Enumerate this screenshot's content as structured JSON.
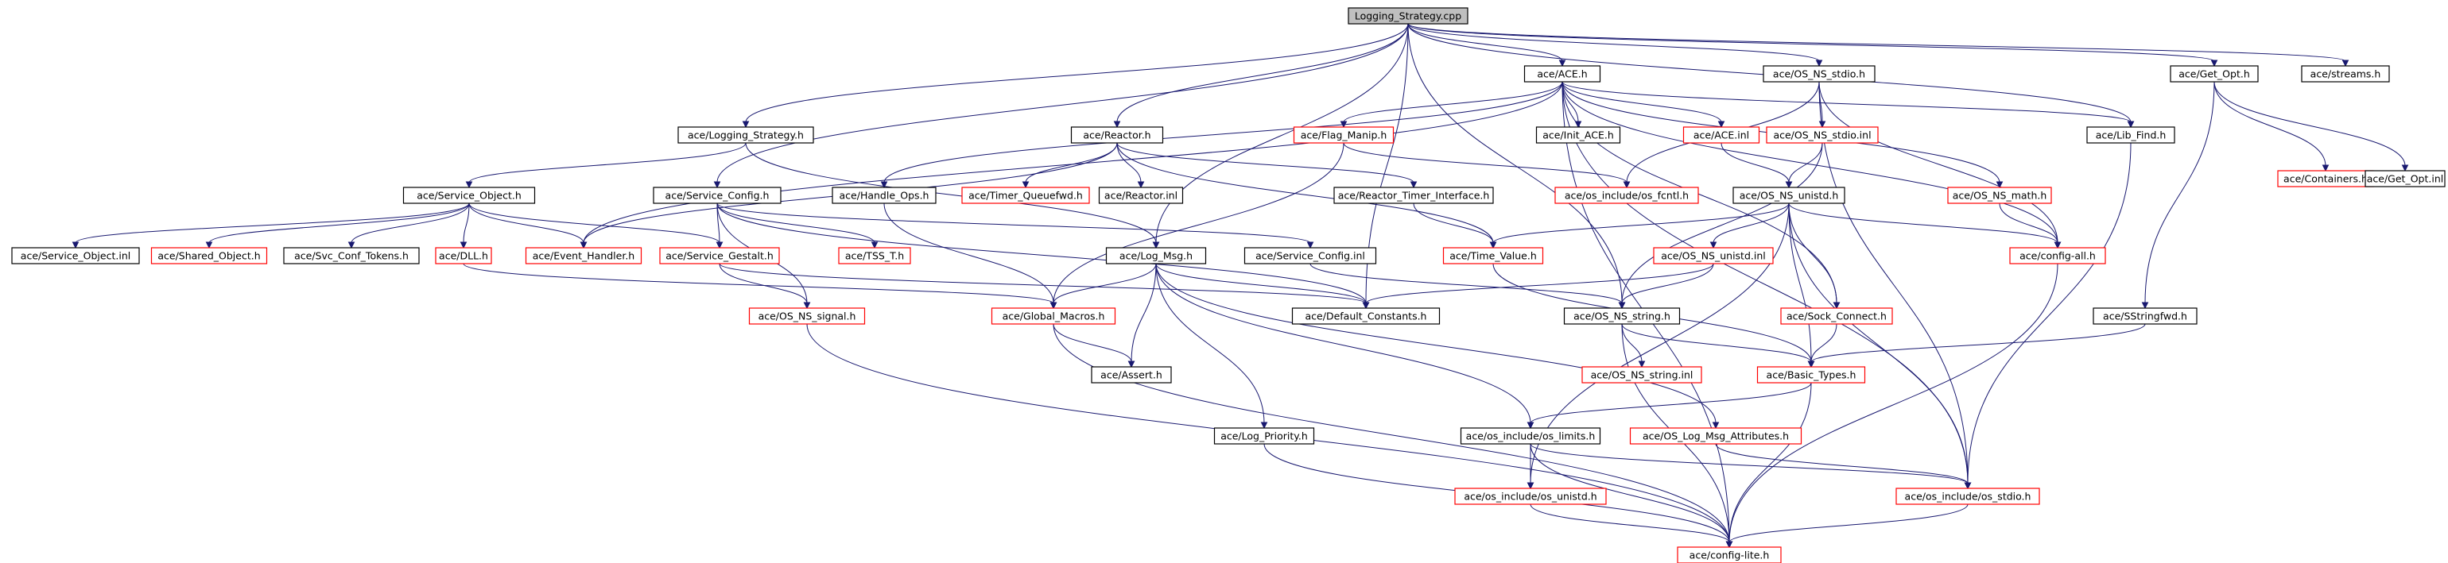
{
  "colors": {
    "edge": "#191970",
    "box_border_documented": "#000000",
    "box_border_undocumented": "#ff0000",
    "root_fill": "#bfbfbf",
    "box_fill": "#ffffff",
    "text": "#000000"
  },
  "graph": {
    "root": "Logging_Strategy.cpp",
    "nodes": [
      {
        "id": "root",
        "label": "Logging_Strategy.cpp",
        "root": true
      },
      {
        "id": "ace_h",
        "label": "ace/ACE.h"
      },
      {
        "id": "os_ns_stdio_h",
        "label": "ace/OS_NS_stdio.h"
      },
      {
        "id": "get_opt_h",
        "label": "ace/Get_Opt.h"
      },
      {
        "id": "streams_h",
        "label": "ace/streams.h"
      },
      {
        "id": "logging_strategy_h",
        "label": "ace/Logging_Strategy.h"
      },
      {
        "id": "reactor_h",
        "label": "ace/Reactor.h"
      },
      {
        "id": "flag_manip_h",
        "label": "ace/Flag_Manip.h",
        "undocumented": true
      },
      {
        "id": "init_ace_h",
        "label": "ace/Init_ACE.h"
      },
      {
        "id": "ace_inl",
        "label": "ace/ACE.inl",
        "undocumented": true
      },
      {
        "id": "os_ns_stdio_inl",
        "label": "ace/OS_NS_stdio.inl",
        "undocumented": true
      },
      {
        "id": "lib_find_h",
        "label": "ace/Lib_Find.h"
      },
      {
        "id": "containers_h",
        "label": "ace/Containers.h",
        "undocumented": true
      },
      {
        "id": "get_opt_inl",
        "label": "ace/Get_Opt.inl"
      },
      {
        "id": "service_object_h",
        "label": "ace/Service_Object.h"
      },
      {
        "id": "service_config_h",
        "label": "ace/Service_Config.h"
      },
      {
        "id": "handle_ops_h",
        "label": "ace/Handle_Ops.h"
      },
      {
        "id": "timer_queuefwd_h",
        "label": "ace/Timer_Queuefwd.h",
        "undocumented": true
      },
      {
        "id": "reactor_inl",
        "label": "ace/Reactor.inl"
      },
      {
        "id": "reactor_timer_interface_h",
        "label": "ace/Reactor_Timer_Interface.h"
      },
      {
        "id": "os_fcntl_h",
        "label": "ace/os_include/os_fcntl.h",
        "undocumented": true
      },
      {
        "id": "os_ns_unistd_h",
        "label": "ace/OS_NS_unistd.h"
      },
      {
        "id": "os_ns_math_h",
        "label": "ace/OS_NS_math.h",
        "undocumented": true
      },
      {
        "id": "service_object_inl",
        "label": "ace/Service_Object.inl"
      },
      {
        "id": "shared_object_h",
        "label": "ace/Shared_Object.h",
        "undocumented": true
      },
      {
        "id": "svc_conf_tokens_h",
        "label": "ace/Svc_Conf_Tokens.h"
      },
      {
        "id": "dll_h",
        "label": "ace/DLL.h",
        "undocumented": true
      },
      {
        "id": "event_handler_h",
        "label": "ace/Event_Handler.h",
        "undocumented": true
      },
      {
        "id": "service_gestalt_h",
        "label": "ace/Service_Gestalt.h",
        "undocumented": true
      },
      {
        "id": "tss_t_h",
        "label": "ace/TSS_T.h",
        "undocumented": true
      },
      {
        "id": "log_msg_h",
        "label": "ace/Log_Msg.h"
      },
      {
        "id": "service_config_inl",
        "label": "ace/Service_Config.inl"
      },
      {
        "id": "time_value_h",
        "label": "ace/Time_Value.h",
        "undocumented": true
      },
      {
        "id": "os_ns_unistd_inl",
        "label": "ace/OS_NS_unistd.inl",
        "undocumented": true
      },
      {
        "id": "config_all_h",
        "label": "ace/config-all.h",
        "undocumented": true
      },
      {
        "id": "os_ns_signal_h",
        "label": "ace/OS_NS_signal.h",
        "undocumented": true
      },
      {
        "id": "global_macros_h",
        "label": "ace/Global_Macros.h",
        "undocumented": true
      },
      {
        "id": "default_constants_h",
        "label": "ace/Default_Constants.h"
      },
      {
        "id": "os_ns_string_h",
        "label": "ace/OS_NS_string.h"
      },
      {
        "id": "sock_connect_h",
        "label": "ace/Sock_Connect.h",
        "undocumented": true
      },
      {
        "id": "sstringfwd_h",
        "label": "ace/SStringfwd.h"
      },
      {
        "id": "assert_h",
        "label": "ace/Assert.h"
      },
      {
        "id": "os_ns_string_inl",
        "label": "ace/OS_NS_string.inl",
        "undocumented": true
      },
      {
        "id": "basic_types_h",
        "label": "ace/Basic_Types.h",
        "undocumented": true
      },
      {
        "id": "log_priority_h",
        "label": "ace/Log_Priority.h"
      },
      {
        "id": "os_limits_h",
        "label": "ace/os_include/os_limits.h"
      },
      {
        "id": "os_log_msg_attributes_h",
        "label": "ace/OS_Log_Msg_Attributes.h",
        "undocumented": true
      },
      {
        "id": "os_unistd_h",
        "label": "ace/os_include/os_unistd.h",
        "undocumented": true
      },
      {
        "id": "os_stdio_h",
        "label": "ace/os_include/os_stdio.h",
        "undocumented": true
      },
      {
        "id": "config_lite_h",
        "label": "ace/config-lite.h",
        "undocumented": true
      }
    ],
    "edges": [
      [
        "root",
        "ace_h"
      ],
      [
        "root",
        "os_ns_stdio_h"
      ],
      [
        "root",
        "get_opt_h"
      ],
      [
        "root",
        "streams_h"
      ],
      [
        "root",
        "logging_strategy_h"
      ],
      [
        "root",
        "reactor_h"
      ],
      [
        "root",
        "service_config_h"
      ],
      [
        "root",
        "log_msg_h"
      ],
      [
        "root",
        "lib_find_h"
      ],
      [
        "root",
        "os_ns_string_h"
      ],
      [
        "root",
        "default_constants_h"
      ],
      [
        "ace_h",
        "flag_manip_h"
      ],
      [
        "ace_h",
        "init_ace_h"
      ],
      [
        "ace_h",
        "ace_inl"
      ],
      [
        "ace_h",
        "lib_find_h"
      ],
      [
        "ace_h",
        "os_ns_math_h"
      ],
      [
        "ace_h",
        "config_all_h"
      ],
      [
        "ace_h",
        "sock_connect_h"
      ],
      [
        "ace_h",
        "os_stdio_h"
      ],
      [
        "ace_h",
        "handle_ops_h"
      ],
      [
        "ace_h",
        "event_handler_h"
      ],
      [
        "ace_h",
        "config_lite_h"
      ],
      [
        "os_ns_stdio_h",
        "os_ns_stdio_inl"
      ],
      [
        "os_ns_stdio_h",
        "os_fcntl_h"
      ],
      [
        "os_ns_stdio_h",
        "os_stdio_h"
      ],
      [
        "os_ns_stdio_h",
        "config_all_h"
      ],
      [
        "get_opt_h",
        "containers_h"
      ],
      [
        "get_opt_h",
        "get_opt_inl"
      ],
      [
        "get_opt_h",
        "sstringfwd_h"
      ],
      [
        "lib_find_h",
        "os_stdio_h"
      ],
      [
        "logging_strategy_h",
        "service_object_h"
      ],
      [
        "logging_strategy_h",
        "log_msg_h"
      ],
      [
        "reactor_h",
        "timer_queuefwd_h"
      ],
      [
        "reactor_h",
        "reactor_inl"
      ],
      [
        "reactor_h",
        "reactor_timer_interface_h"
      ],
      [
        "reactor_h",
        "time_value_h"
      ],
      [
        "reactor_h",
        "event_handler_h"
      ],
      [
        "flag_manip_h",
        "os_fcntl_h"
      ],
      [
        "flag_manip_h",
        "global_macros_h"
      ],
      [
        "ace_inl",
        "os_ns_unistd_h"
      ],
      [
        "os_ns_stdio_inl",
        "os_ns_unistd_h"
      ],
      [
        "os_ns_stdio_inl",
        "os_ns_string_h"
      ],
      [
        "service_object_h",
        "service_object_inl"
      ],
      [
        "service_object_h",
        "shared_object_h"
      ],
      [
        "service_object_h",
        "svc_conf_tokens_h"
      ],
      [
        "service_object_h",
        "dll_h"
      ],
      [
        "service_object_h",
        "event_handler_h"
      ],
      [
        "service_object_h",
        "service_gestalt_h"
      ],
      [
        "service_config_h",
        "service_gestalt_h"
      ],
      [
        "service_config_h",
        "tss_t_h"
      ],
      [
        "service_config_h",
        "service_config_inl"
      ],
      [
        "service_config_h",
        "os_ns_signal_h"
      ],
      [
        "service_config_h",
        "default_constants_h"
      ],
      [
        "handle_ops_h",
        "global_macros_h"
      ],
      [
        "reactor_timer_interface_h",
        "time_value_h"
      ],
      [
        "os_ns_unistd_h",
        "os_ns_unistd_inl"
      ],
      [
        "os_ns_unistd_h",
        "time_value_h"
      ],
      [
        "os_ns_unistd_h",
        "config_all_h"
      ],
      [
        "os_ns_unistd_h",
        "sock_connect_h"
      ],
      [
        "os_ns_unistd_h",
        "os_stdio_h"
      ],
      [
        "os_ns_unistd_h",
        "basic_types_h"
      ],
      [
        "os_ns_unistd_h",
        "os_unistd_h"
      ],
      [
        "os_ns_math_h",
        "config_all_h"
      ],
      [
        "config_all_h",
        "config_lite_h"
      ],
      [
        "dll_h",
        "global_macros_h"
      ],
      [
        "service_gestalt_h",
        "default_constants_h"
      ],
      [
        "service_gestalt_h",
        "os_ns_signal_h"
      ],
      [
        "log_msg_h",
        "default_constants_h"
      ],
      [
        "log_msg_h",
        "global_macros_h"
      ],
      [
        "log_msg_h",
        "assert_h"
      ],
      [
        "log_msg_h",
        "log_priority_h"
      ],
      [
        "log_msg_h",
        "os_limits_h"
      ],
      [
        "log_msg_h",
        "os_log_msg_attributes_h"
      ],
      [
        "service_config_inl",
        "os_ns_string_h"
      ],
      [
        "time_value_h",
        "basic_types_h"
      ],
      [
        "os_ns_unistd_inl",
        "os_ns_string_h"
      ],
      [
        "os_ns_unistd_inl",
        "default_constants_h"
      ],
      [
        "os_ns_signal_h",
        "config_lite_h"
      ],
      [
        "global_macros_h",
        "assert_h"
      ],
      [
        "global_macros_h",
        "config_lite_h"
      ],
      [
        "os_ns_string_h",
        "os_ns_string_inl"
      ],
      [
        "os_ns_string_h",
        "basic_types_h"
      ],
      [
        "os_ns_string_h",
        "config_lite_h"
      ],
      [
        "sock_connect_h",
        "basic_types_h"
      ],
      [
        "sstringfwd_h",
        "basic_types_h"
      ],
      [
        "basic_types_h",
        "os_limits_h"
      ],
      [
        "basic_types_h",
        "config_lite_h"
      ],
      [
        "log_priority_h",
        "config_lite_h"
      ],
      [
        "os_limits_h",
        "os_unistd_h"
      ],
      [
        "os_limits_h",
        "os_stdio_h"
      ],
      [
        "os_limits_h",
        "config_lite_h"
      ],
      [
        "os_log_msg_attributes_h",
        "os_stdio_h"
      ],
      [
        "os_unistd_h",
        "config_lite_h"
      ],
      [
        "os_stdio_h",
        "config_lite_h"
      ]
    ]
  }
}
